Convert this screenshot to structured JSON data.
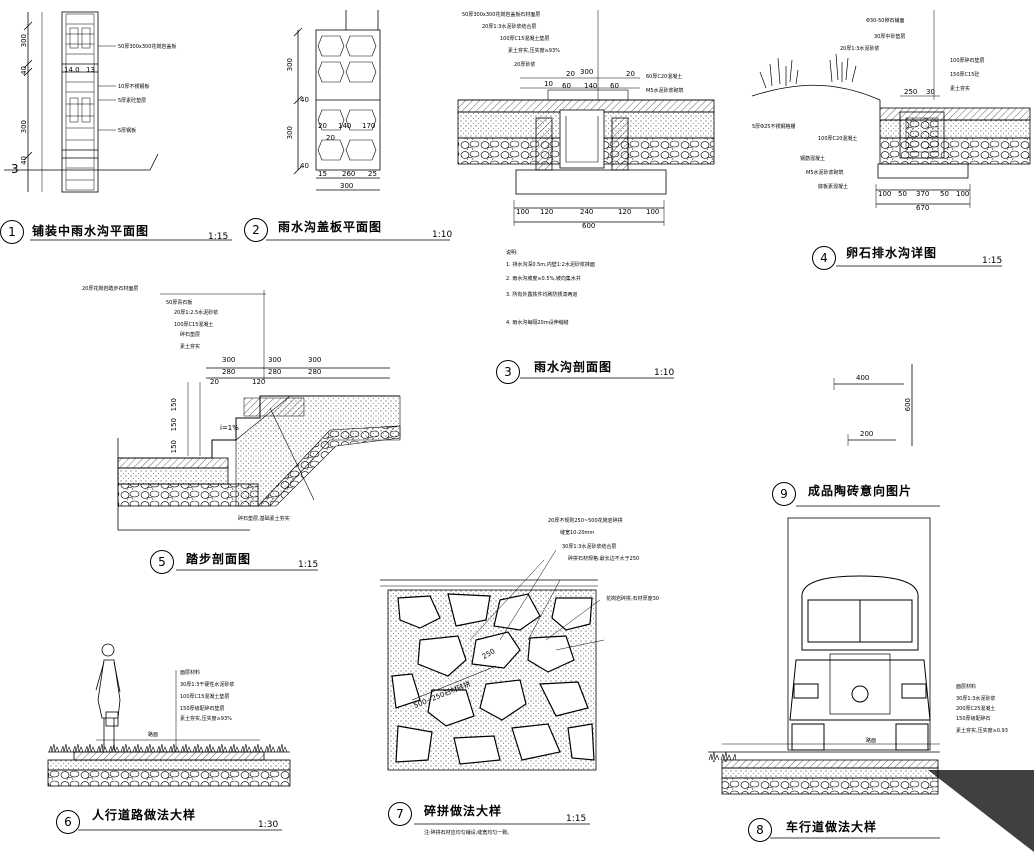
{
  "details": [
    {
      "num": "1",
      "title": "铺装中雨水沟平面图",
      "scale": "1:15"
    },
    {
      "num": "2",
      "title": "雨水沟盖板平面图",
      "scale": "1:10"
    },
    {
      "num": "3",
      "title": "雨水沟剖面图",
      "scale": "1:10"
    },
    {
      "num": "4",
      "title": "卵石排水沟详图",
      "scale": "1:15"
    },
    {
      "num": "5",
      "title": "踏步剖面图",
      "scale": "1:15"
    },
    {
      "num": "6",
      "title": "人行道路做法大样",
      "scale": "1:30"
    },
    {
      "num": "7",
      "title": "碎拼做法大样",
      "scale": "1:15"
    },
    {
      "num": "8",
      "title": "车行道做法大样",
      "scale": ""
    },
    {
      "num": "9",
      "title": "成品陶砖意向图片",
      "scale": ""
    }
  ],
  "d1": {
    "dims_v": [
      "300",
      "40",
      "300",
      "40"
    ],
    "dims_small": [
      "14.0",
      "13"
    ],
    "section_mark": "3",
    "notes": [
      "50厚300x300花岗岩盖板",
      "10厚不锈钢板",
      "5厚素砼垫层",
      "5厚钢板"
    ]
  },
  "d2": {
    "dims_v": [
      "300",
      "300",
      "40",
      "40"
    ],
    "dims_h": [
      "15",
      "260",
      "25"
    ],
    "total": "300",
    "inner": [
      "20",
      "140",
      "170",
      "20"
    ]
  },
  "d3": {
    "top_dims": [
      "10",
      "20",
      "300",
      "20",
      "60",
      "140",
      "60"
    ],
    "bottom_dims": [
      "100",
      "120",
      "240",
      "120",
      "100"
    ],
    "bottom_total": "600",
    "notes": [
      "50厚300x300花岗岩盖板石材面层",
      "20厚1:3水泥砂浆结合层",
      "100厚C15混凝土垫层",
      "素土夯实,压实度≥93%",
      "20厚砂浆",
      "60厚C20混凝土",
      "M5水泥砂浆砌筑"
    ],
    "legend_title": "说明:",
    "legend": [
      "1. 排水沟深0.5m,内壁1:2水泥砂浆抹面",
      "2. 雨水沟坡度≥0.5%,坡向集水井",
      "3. 所有外露铁件均刷防锈漆两道",
      "4. 雨水沟每隔20m设伸缩缝"
    ]
  },
  "d4": {
    "top_dims": [
      "250",
      "30"
    ],
    "bottom_dims": [
      "100",
      "50",
      "370",
      "50",
      "100"
    ],
    "bottom_total": "670",
    "notes": [
      "Φ30-50卵石铺面",
      "30厚中砂垫层",
      "20厚1:3水泥砂浆",
      "100厚碎石垫层",
      "150厚C15砼",
      "素土夯实"
    ],
    "left_notes": [
      "5厚Φ25不锈钢格栅",
      "100厚C20混凝土",
      "钢筋混凝土",
      "M5水泥砂浆砌筑",
      "底板素混凝土"
    ]
  },
  "d5": {
    "dims": [
      "300",
      "300",
      "300",
      "280",
      "280",
      "280",
      "20",
      "120"
    ],
    "heights": [
      "150",
      "150",
      "150"
    ],
    "slope": "i=1%",
    "notes": [
      "20厚花岗岩踏步石材面层",
      "50厚青石板",
      "20厚1:2.5水泥砂浆",
      "100厚C15混凝土",
      "碎石垫层",
      "素土夯实"
    ],
    "bottom_note": "碎石垫层,基础素土夯实"
  },
  "d6": {
    "notes": [
      "面层材料",
      "30厚1:3干硬性水泥砂浆",
      "100厚C15混凝土垫层",
      "150厚级配碎石垫层",
      "素土夯实,压实度≥93%"
    ],
    "road": "路面"
  },
  "d7": {
    "notes": [
      "20厚不规则250~500花岗岩碎拼",
      "缝宽10-20mm",
      "30厚1:3水泥砂浆结合层",
      "碎拼石材规格:最长边不大于250",
      "花岗岩碎拼,石材厚度30"
    ],
    "labels": [
      "250",
      "500~250石材碎拼"
    ],
    "bottom_note": "注:碎拼石材应均匀铺设,缝宽均匀一致。"
  },
  "d8": {
    "notes": [
      "面层材料",
      "30厚1:3水泥砂浆",
      "200厚C25混凝土",
      "150厚级配碎石",
      "素土夯实,压实度≥0.93"
    ],
    "road": "路面"
  },
  "d9": {
    "dims": [
      "400",
      "200",
      "600"
    ]
  }
}
